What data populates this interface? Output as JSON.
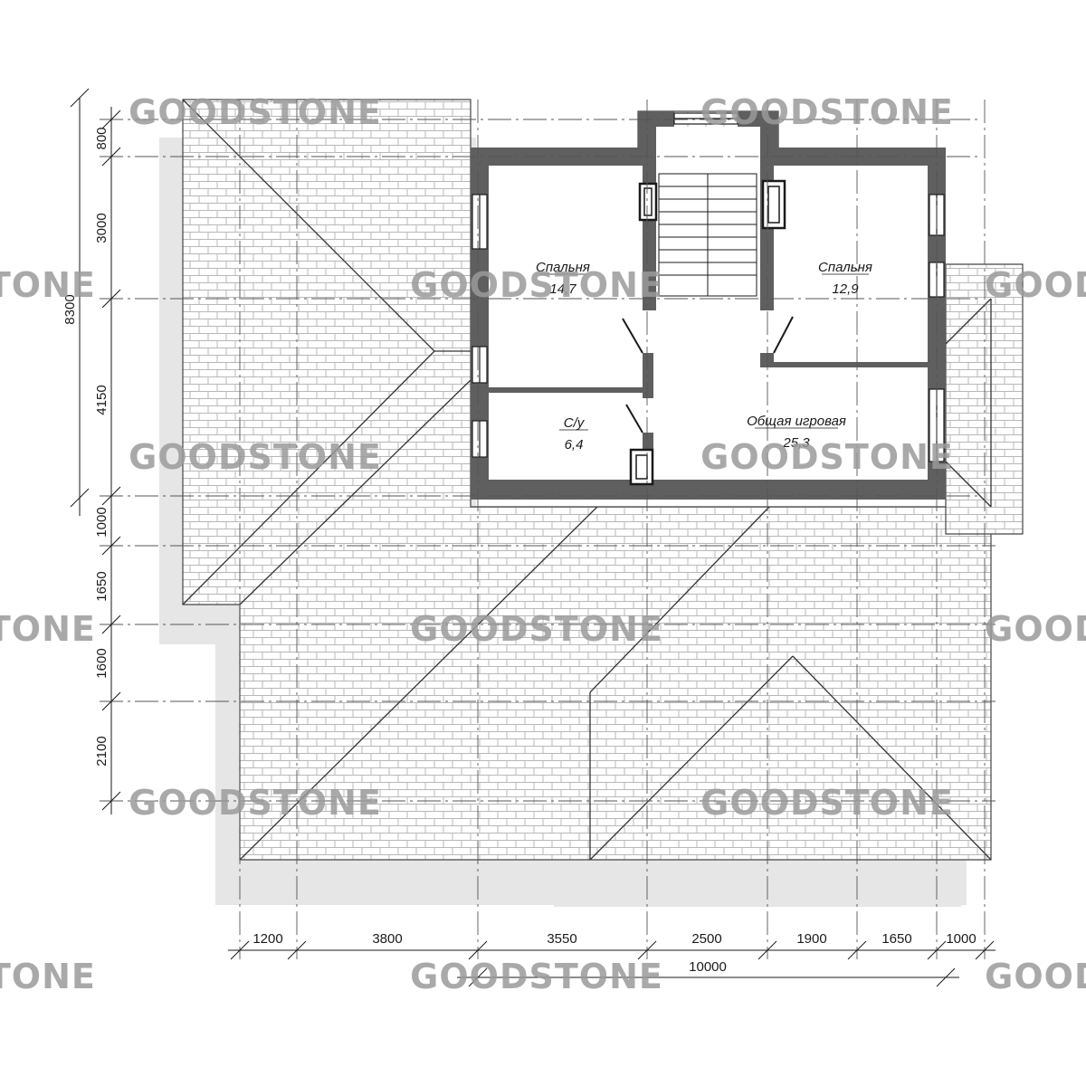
{
  "drawing": {
    "rooms": [
      {
        "id": "bedroom-left",
        "name": "Спальня",
        "area": "14,7"
      },
      {
        "id": "bedroom-right",
        "name": "Спальня",
        "area": "12,9"
      },
      {
        "id": "bathroom",
        "name": "С/у",
        "area": "6,4"
      },
      {
        "id": "playroom",
        "name": "Общая игровая",
        "area": "25,3"
      }
    ],
    "dimensions": {
      "left": {
        "total": "8300",
        "upper": [
          "800",
          "3000",
          "4150"
        ],
        "lower": [
          "1000",
          "1650",
          "1600",
          "2100"
        ]
      },
      "bottom": {
        "segments": [
          "1200",
          "3800",
          "3550",
          "2500",
          "1900",
          "1650",
          "1000"
        ],
        "total": "10000"
      }
    },
    "watermark": "GOODSTONE",
    "colors": {
      "wall": "#5f5f5f",
      "shadow": "#e6e6e6",
      "tile_line": "#b8b8b8",
      "ink": "#1a1a1a",
      "watermark": "#9a9a9a"
    }
  }
}
